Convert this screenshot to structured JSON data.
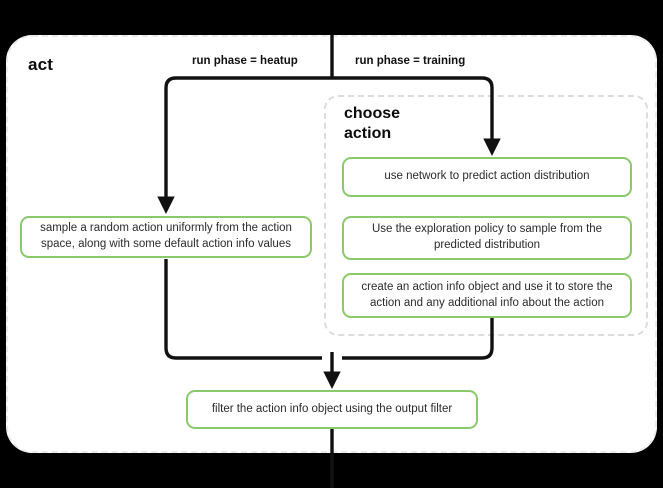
{
  "card": {
    "title": "act",
    "bg_color": "#ffffff",
    "border_color": "#eceaea"
  },
  "group": {
    "title": "choose\naction",
    "title_line1": "choose",
    "title_line2": "action",
    "border_color": "#dcdcdc"
  },
  "accent": {
    "node_border": "#8ac96c",
    "edge_color": "#111111",
    "text_color": "#2b2b2b"
  },
  "edge_labels": {
    "heatup": "run phase = heatup",
    "training": "run phase = training"
  },
  "nodes": {
    "sample_random": "sample a random action uniformly from the action space, along with some default action info values",
    "use_network": "use network to predict action distribution",
    "exploration_policy": "Use the exploration policy to sample from the predicted distribution",
    "create_action_info": "create an action info object and use it to store the action and any additional info about the action",
    "filter_action_info": "filter the action info object using the output filter"
  }
}
